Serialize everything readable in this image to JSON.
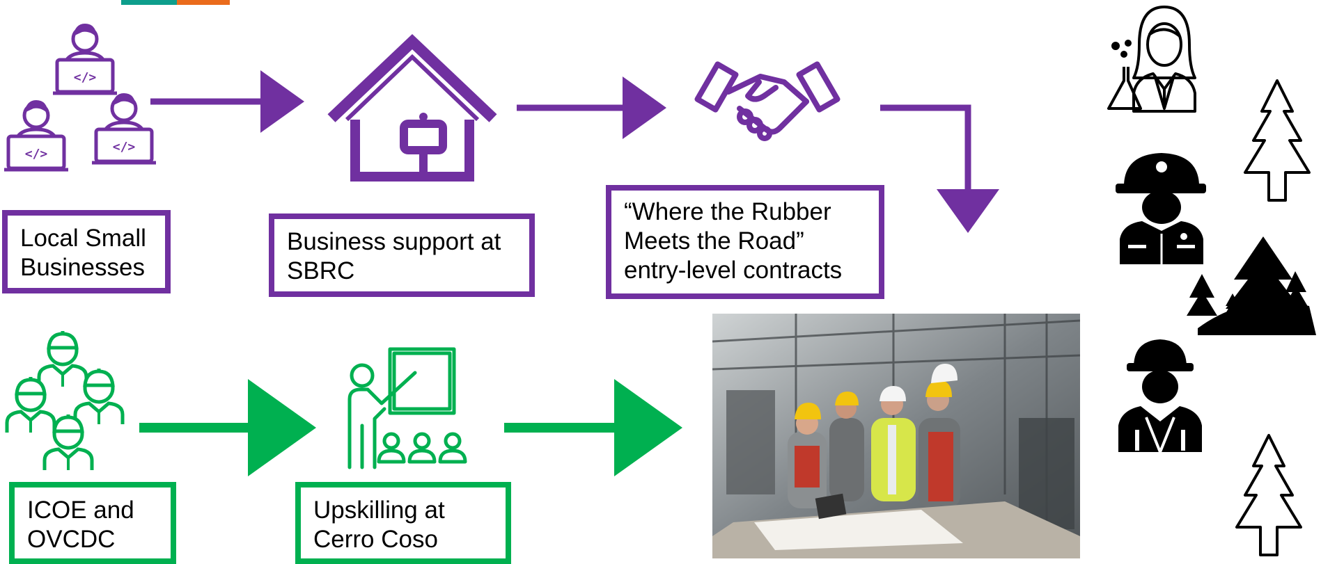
{
  "colors": {
    "purple": "#7030a0",
    "green": "#00b050",
    "teal_accent": "#0e9e8c",
    "orange_accent": "#ea6b1c",
    "icon_black": "#000000"
  },
  "top_row": {
    "local_small_businesses": [
      "Local Small",
      "Businesses"
    ],
    "business_support": [
      "Business support at",
      "SBRC"
    ],
    "rubber_meets_road": [
      "“Where the Rubber",
      "Meets the Road”",
      "entry-level contracts"
    ]
  },
  "bottom_row": {
    "icoe_ovcdc": [
      "ICOE and",
      "OVCDC"
    ],
    "upskilling": [
      "Upskilling at",
      "Cerro Coso"
    ]
  },
  "icons": {
    "top": [
      "developers-group-icon",
      "house-with-sign-icon",
      "handshake-icon"
    ],
    "bottom": [
      "people-group-icon",
      "teacher-presentation-icon",
      "construction-workers-photo"
    ],
    "side": [
      "scientist-icon",
      "pine-tree-icon",
      "firefighter-icon",
      "forest-hills-icon",
      "construction-worker-icon",
      "pine-tree-icon"
    ]
  }
}
